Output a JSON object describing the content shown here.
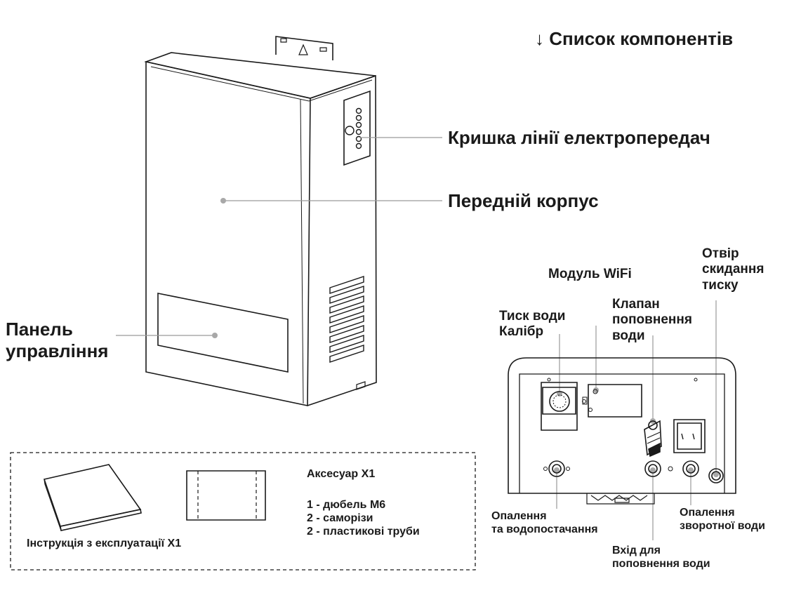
{
  "title": "Список компонентів",
  "labels": {
    "power_cover": "Кришка лінії електропередач",
    "front_case": "Передній корпус",
    "control_panel": [
      "Панель",
      "управління"
    ],
    "pressure_relief": [
      "Отвір",
      "скидання",
      "тиску"
    ],
    "wifi_module": "Модуль WiFi",
    "fill_valve": [
      "Клапан",
      "поповнення",
      "води"
    ],
    "pressure_gauge": [
      "Тиск води",
      "Калібр"
    ],
    "heating_supply": [
      "Опалення",
      "та водопостачання"
    ],
    "heating_return": [
      "Опалення",
      "зворотної води"
    ],
    "fill_inlet": [
      "Вхід для",
      "поповнення води"
    ]
  },
  "accessories": {
    "manual": "Інструкція з експлуатації X1",
    "heading": "Аксесуар X1",
    "items": [
      "1 - дюбель М6",
      "2 - саморізи",
      "2 - пластикові труби"
    ]
  }
}
